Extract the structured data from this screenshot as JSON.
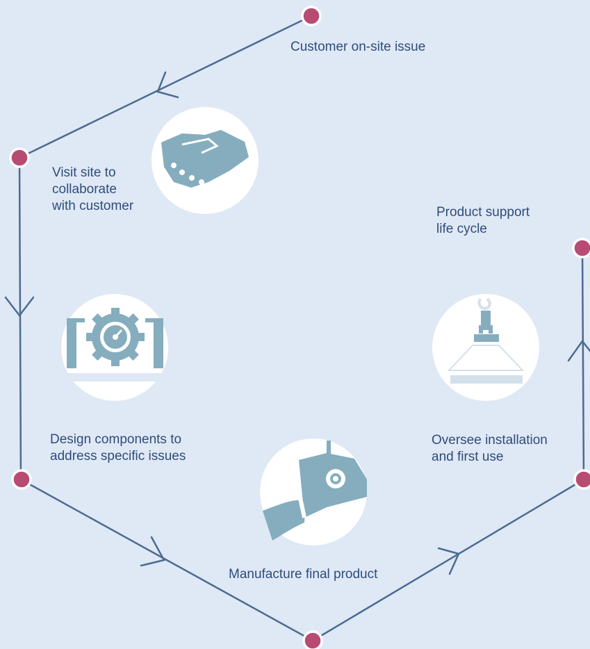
{
  "colors": {
    "background": "#dfe8f5",
    "line": "#4b6b91",
    "node": "#b84b71",
    "icon": "#85adbe",
    "circle": "#ffffff",
    "text": "#2f4d7a"
  },
  "steps": [
    {
      "label": "Customer on-site issue"
    },
    {
      "label": "Visit site to\ncollaborate\nwith customer"
    },
    {
      "label": "Design components to\naddress specific issues"
    },
    {
      "label": "Manufacture final product"
    },
    {
      "label": "Oversee installation\nand first use"
    },
    {
      "label": "Product support\nlife cycle"
    }
  ],
  "icons": [
    {
      "name": "handshake-icon"
    },
    {
      "name": "gear-monitor-icon"
    },
    {
      "name": "robotic-arm-icon"
    },
    {
      "name": "lamp-installation-icon"
    }
  ]
}
